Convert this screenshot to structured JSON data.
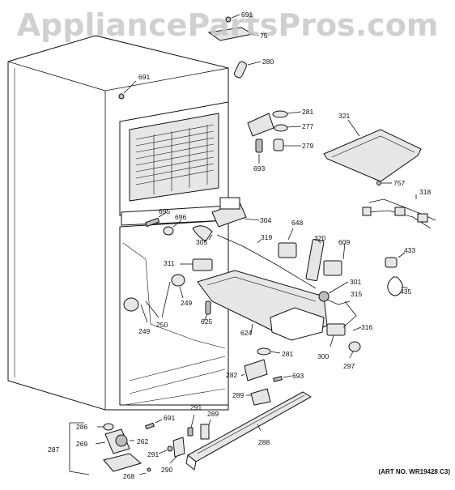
{
  "watermark": "AppliancePartsPros.com",
  "art_number": "(ART NO. WR19428 C3)",
  "labels": {
    "l691a": "691",
    "l75": "75",
    "l280": "280",
    "l691b": "691",
    "l281a": "281",
    "l277": "277",
    "l279": "279",
    "l693a": "693",
    "l321": "321",
    "l757": "757",
    "l318": "318",
    "l695": "695",
    "l696": "696",
    "l305": "305",
    "l304": "304",
    "l648": "648",
    "l319": "319",
    "l320": "320",
    "l609": "609",
    "l433": "433",
    "l311": "311",
    "l301": "301",
    "l315": "315",
    "l435": "435",
    "l249a": "249",
    "l249b": "249",
    "l250": "250",
    "l625": "625",
    "l624": "624",
    "l316": "316",
    "l281b": "281",
    "l300": "300",
    "l297": "297",
    "l282": "282",
    "l693b": "693",
    "l289a": "289",
    "l691c": "691",
    "l291a": "291",
    "l289b": "289",
    "l286": "286",
    "l269": "269",
    "l262": "262",
    "l287": "287",
    "l291b": "291",
    "l288": "288",
    "l290": "290",
    "l268": "268"
  }
}
